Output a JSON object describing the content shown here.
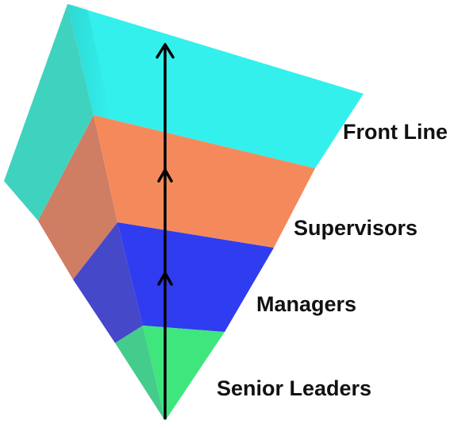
{
  "levels": [
    {
      "label": "Front Line",
      "color": "#33f0ec"
    },
    {
      "label": "Supervisors",
      "color": "#f48a5c"
    },
    {
      "label": "Managers",
      "color": "#2f3cf0"
    },
    {
      "label": "Senior Leaders",
      "color": "#3fe67d"
    }
  ],
  "colors": {
    "front_line_side": "#3fd3bf",
    "supervisors_side": "#cf7d63",
    "managers_side": "#4548c8",
    "senior_leaders_side": "#44cc8c",
    "arrow": "#000000"
  },
  "arrow": {
    "direction": "up",
    "chevron_count": 3
  }
}
